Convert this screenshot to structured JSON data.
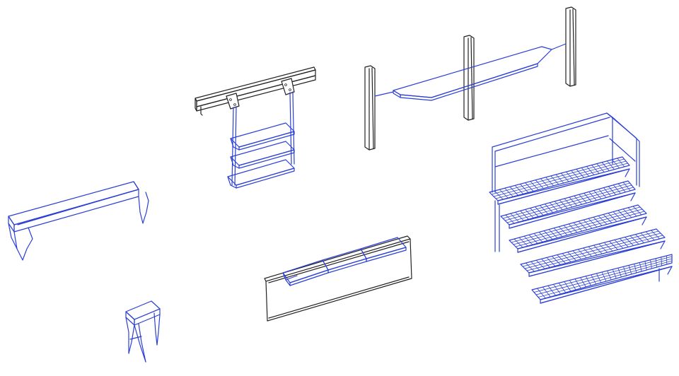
{
  "colors": {
    "line_blue": "#2b3fd6",
    "line_black": "#222222",
    "background": "#ffffff"
  },
  "objects": [
    {
      "name": "bench"
    },
    {
      "name": "stool"
    },
    {
      "name": "beam-hanging-shelves"
    },
    {
      "name": "column-spanning-shelf"
    },
    {
      "name": "wall-panel-seat"
    },
    {
      "name": "grated-staircase"
    }
  ]
}
